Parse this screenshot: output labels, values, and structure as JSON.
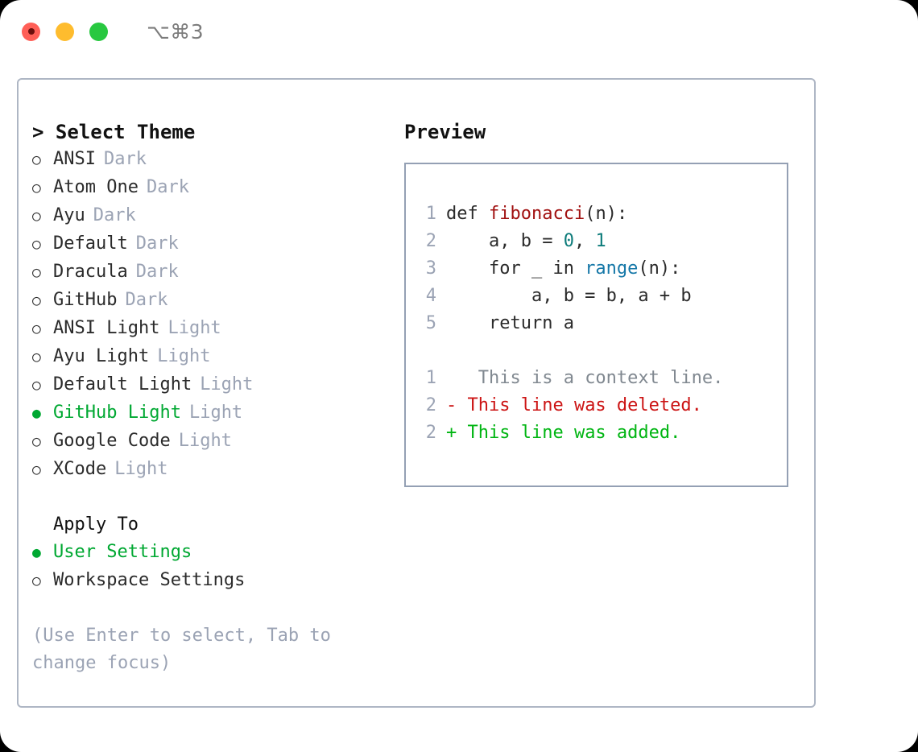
{
  "titlebar": {
    "shortcut": "⌥⌘3",
    "buttons": [
      {
        "name": "close",
        "color": "#ff5f57"
      },
      {
        "name": "minimize",
        "color": "#febc2e"
      },
      {
        "name": "maximize",
        "color": "#28c840"
      }
    ]
  },
  "theme_picker": {
    "heading": "> Select Theme",
    "prompt_symbol": ">",
    "marker_unselected": "○",
    "marker_selected": "●",
    "selected_color": "#00a832",
    "muted_color": "#9ba3b4",
    "items": [
      {
        "label": "ANSI",
        "variant": "Dark",
        "selected": false
      },
      {
        "label": "Atom One",
        "variant": "Dark",
        "selected": false
      },
      {
        "label": "Ayu",
        "variant": "Dark",
        "selected": false
      },
      {
        "label": "Default",
        "variant": "Dark",
        "selected": false
      },
      {
        "label": "Dracula",
        "variant": "Dark",
        "selected": false
      },
      {
        "label": "GitHub",
        "variant": "Dark",
        "selected": false
      },
      {
        "label": "ANSI Light",
        "variant": "Light",
        "selected": false
      },
      {
        "label": "Ayu Light",
        "variant": "Light",
        "selected": false
      },
      {
        "label": "Default Light",
        "variant": "Light",
        "selected": false
      },
      {
        "label": "GitHub Light",
        "variant": "Light",
        "selected": true
      },
      {
        "label": "Google Code",
        "variant": "Light",
        "selected": false
      },
      {
        "label": "XCode",
        "variant": "Light",
        "selected": false
      }
    ]
  },
  "apply_to": {
    "heading": "Apply To",
    "items": [
      {
        "label": "User Settings",
        "selected": true
      },
      {
        "label": "Workspace Settings",
        "selected": false
      }
    ]
  },
  "hint": "(Use Enter to select, Tab to change focus)",
  "preview": {
    "title": "Preview",
    "code_lines": [
      {
        "number": "1",
        "tokens": [
          {
            "text": "def ",
            "style": "plain"
          },
          {
            "text": "fibonacci",
            "style": "fn"
          },
          {
            "text": "(n):",
            "style": "plain"
          }
        ]
      },
      {
        "number": "2",
        "tokens": [
          {
            "text": "    a, b = ",
            "style": "plain"
          },
          {
            "text": "0",
            "style": "num"
          },
          {
            "text": ", ",
            "style": "plain"
          },
          {
            "text": "1",
            "style": "num"
          }
        ]
      },
      {
        "number": "3",
        "tokens": [
          {
            "text": "    for _ in ",
            "style": "plain"
          },
          {
            "text": "range",
            "style": "call"
          },
          {
            "text": "(n):",
            "style": "plain"
          }
        ]
      },
      {
        "number": "4",
        "tokens": [
          {
            "text": "        a, b = b, a + b",
            "style": "plain"
          }
        ]
      },
      {
        "number": "5",
        "tokens": [
          {
            "text": "    return a",
            "style": "plain"
          }
        ]
      }
    ],
    "diff_lines": [
      {
        "number": "1",
        "marker": " ",
        "text": "  This is a context line.",
        "kind": "context"
      },
      {
        "number": "2",
        "marker": "-",
        "text": " This line was deleted.",
        "kind": "deleted"
      },
      {
        "number": "2",
        "marker": "+",
        "text": " This line was added.",
        "kind": "added"
      }
    ]
  }
}
